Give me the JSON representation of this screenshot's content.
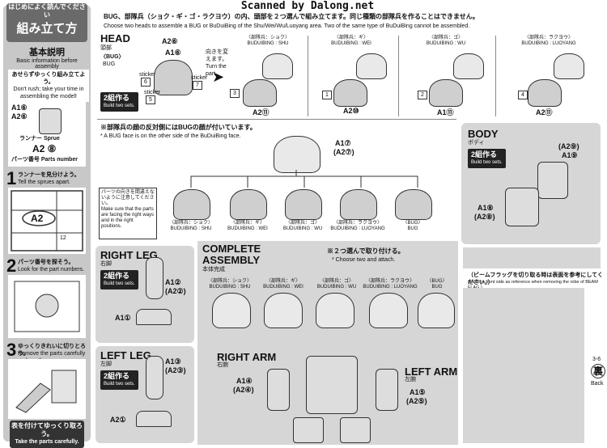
{
  "scan_credit": "Scanned by Dalong.net",
  "sidebar": {
    "title": "組み立て方",
    "title_sub": "はじめによく読んでください",
    "basic_jp": "基本説明",
    "basic_en": "Basic information before assembly",
    "warn_jp": "あせらずゆっくり組み立てよう。",
    "warn_en": "Don't rush; take your time in assembling the model!",
    "part1": "A1⑥",
    "part2": "A2⑥",
    "runner_jp": "ランナー",
    "runner_en": "Sprue",
    "runner_code": "A2 ⑧",
    "partnum_jp": "パーツ番号",
    "partnum_en": "Parts number",
    "step1_jp": "ランナーを見分けよう。",
    "step1_en": "Tell the sprues apart.",
    "sprue_tag": "A2",
    "sprue_num": "12",
    "step2_jp": "パーツ番号を探そう。",
    "step2_en": "Look for the part numbers.",
    "step3_jp": "ゆっくりきれいに切りとろう。",
    "step3_en": "Remove the parts carefully and neatly.",
    "bottom_jp": "表を付けてゆっくり取ろう。",
    "bottom_en": "Take the parts carefully."
  },
  "banner": {
    "jp": "BUG、部隊兵（ショク・ギ・ゴ・ラクヨウ）の内、頭部を２つ選んで組み立てます。同じ種類の部隊兵を作ることはできません。",
    "en": "Choose two heads to assemble a BUG or BuDuiBing of the Shu/Wei/Wu/Luoyang area. Two of the same type of BuDuiBing cannot be assembled."
  },
  "head": {
    "title": "HEAD",
    "title_jp": "頭部",
    "badge": "2組作る",
    "badge_en": "Build two sets.",
    "bug": "〈BUG〉",
    "bug_sub": "BUG",
    "parts": [
      "A2⑥",
      "A1⑥"
    ],
    "sticker_label": "sticker",
    "sticker_nums": [
      "6",
      "7",
      "5",
      "3",
      "1",
      "2",
      "4"
    ],
    "turn_jp": "向きを変えます。",
    "turn_en": "Turn the part.",
    "variants": [
      {
        "name_jp": "〈部隊兵：ショク〉",
        "name_en": "BUDUIBING : SHU",
        "part": "A2⑪"
      },
      {
        "name_jp": "〈部隊兵：ギ〉",
        "name_en": "BUDUIBING : WEI",
        "part": "A2⑩"
      },
      {
        "name_jp": "〈部隊兵：ゴ〉",
        "name_en": "BUDUIBING : WU",
        "part": "A1⑪"
      },
      {
        "name_jp": "〈部隊兵：ラクヨウ〉",
        "name_en": "BUDUIBING : LUOYANG",
        "part": "A2⑪"
      }
    ]
  },
  "face_note": {
    "jp": "※部隊兵の顔の反対側にはBUGの顔が付いています。",
    "en": "* A BUG face is on the other side of the BuDuiBing face.",
    "parts": [
      "A1⑦",
      "(A2⑦)"
    ]
  },
  "part_note": {
    "jp": "パーツの向きを間違えないように注意してください。",
    "en": "Make sure that the parts are facing the right ways and in the right positions."
  },
  "faces": [
    {
      "name_jp": "〈部隊兵：ショク〉",
      "name_en": "BUDUIBING : SHU"
    },
    {
      "name_jp": "〈部隊兵：ギ〉",
      "name_en": "BUDUIBING : WEI"
    },
    {
      "name_jp": "〈部隊兵：ゴ〉",
      "name_en": "BUDUIBING : WU"
    },
    {
      "name_jp": "〈部隊兵：ラクヨウ〉",
      "name_en": "BUDUIBING : LUOYANG"
    },
    {
      "name_jp": "〈BUG〉",
      "name_en": "BUG"
    }
  ],
  "body": {
    "title": "BODY",
    "title_jp": "ボディ",
    "badge": "2組作る",
    "badge_en": "Build two sets.",
    "parts": [
      "(A2⑨)",
      "A1⑨",
      "A1⑧",
      "(A2⑧)"
    ]
  },
  "right_leg": {
    "title": "RIGHT LEG",
    "title_jp": "右脚",
    "badge": "2組作る",
    "badge_en": "Build two sets.",
    "parts": [
      "A1②",
      "(A2②)",
      "A1①"
    ]
  },
  "left_leg": {
    "title": "LEFT LEG",
    "title_jp": "左脚",
    "badge": "2組作る",
    "badge_en": "Build two sets.",
    "parts": [
      "A1③",
      "(A2③)",
      "A2①"
    ]
  },
  "complete": {
    "title1": "COMPLETE",
    "title2": "ASSEMBLY",
    "title_jp": "本体完成",
    "choose_jp": "※２つ選んで取り付ける。",
    "choose_en": "* Choose two and attach.",
    "heads": [
      {
        "name_jp": "〈部隊兵：ショク〉",
        "name_en": "BUDUIBING : SHU"
      },
      {
        "name_jp": "〈部隊兵：ギ〉",
        "name_en": "BUDUIBING : WEI"
      },
      {
        "name_jp": "〈部隊兵：ゴ〉",
        "name_en": "BUDUIBING : WU"
      },
      {
        "name_jp": "〈部隊兵：ラクヨウ〉",
        "name_en": "BUDUIBING : LUOYANG"
      },
      {
        "name_jp": "〈BUG〉",
        "name_en": "BUG"
      }
    ]
  },
  "right_arm": {
    "title": "RIGHT ARM",
    "title_jp": "右腕",
    "parts": [
      "A1④",
      "(A2④)"
    ]
  },
  "left_arm": {
    "title": "LEFT ARM",
    "title_jp": "左腕",
    "parts": [
      "A1⑤",
      "(A2⑤)"
    ]
  },
  "beam_note": {
    "jp": "（ビームフラッグを切り取る時は表面を参考にしてください。）",
    "en": "(Use the front side as reference when removing the robe of BEAM FLAG.)"
  },
  "back": {
    "jp": "裏",
    "en": "Back",
    "num": "3-6"
  }
}
